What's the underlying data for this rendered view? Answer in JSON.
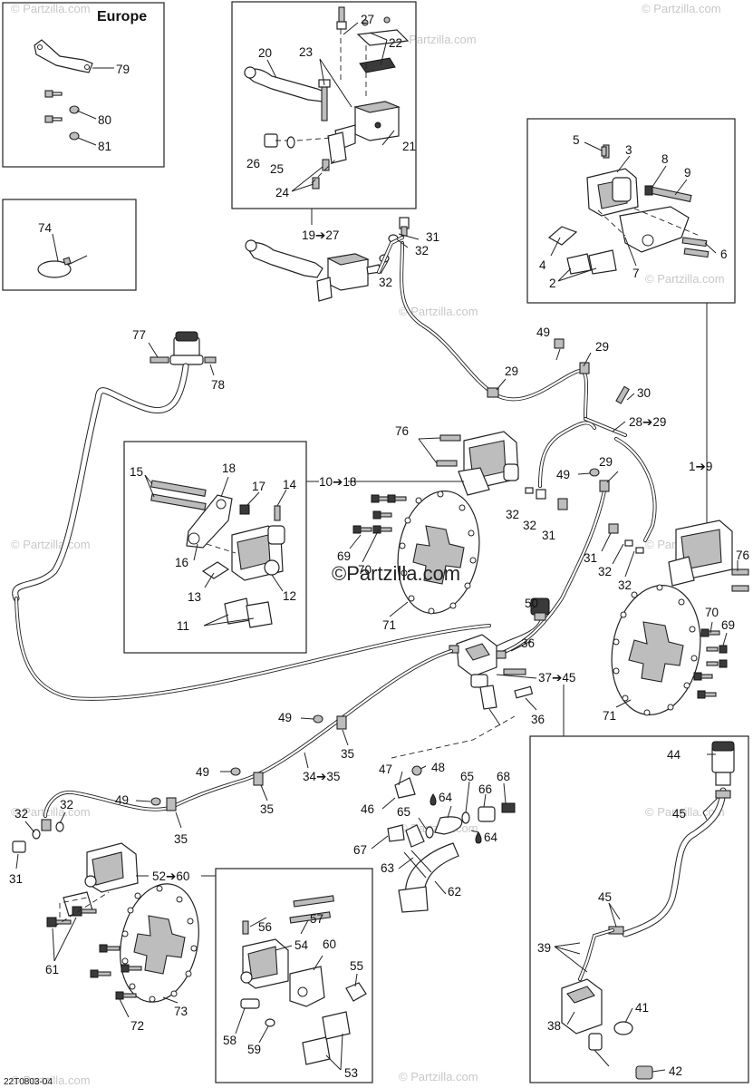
{
  "diagram": {
    "region_label": "Europe",
    "code": "22T0803-04",
    "watermark": "© Partzilla.com",
    "watermark_center": "©Partzilla.com",
    "callouts": {
      "c79": "79",
      "c80": "80",
      "c81": "81",
      "c74": "74",
      "c20": "20",
      "c23": "23",
      "c27": "27",
      "c22": "22",
      "c21": "21",
      "c26": "26",
      "c25": "25",
      "c24": "24",
      "c19_27": "19➔27",
      "c31a": "31",
      "c32a": "32",
      "c32b": "32",
      "c5": "5",
      "c3": "3",
      "c8": "8",
      "c9": "9",
      "c4": "4",
      "c7": "7",
      "c6": "6",
      "c2": "2",
      "c77": "77",
      "c78": "78",
      "c49a": "49",
      "c29a": "29",
      "c29b": "29",
      "c30": "30",
      "c28_29": "28➔29",
      "c1_9": "1➔9",
      "c76a": "76",
      "c10_18": "10➔18",
      "c15": "15",
      "c18": "18",
      "c17": "17",
      "c14": "14",
      "c16": "16",
      "c13": "13",
      "c12": "12",
      "c11": "11",
      "c49b": "49",
      "c29c": "29",
      "c32c": "32",
      "c32d": "32",
      "c31b": "31",
      "c69a": "69",
      "c70a": "70",
      "c71a": "71",
      "c31c": "31",
      "c32e": "32",
      "c32f": "32",
      "c76b": "76",
      "c50": "50",
      "c36a": "36",
      "c37_45": "37➔45",
      "c36b": "36",
      "c70b": "70",
      "c69b": "69",
      "c71b": "71",
      "c49c": "49",
      "c35a": "35",
      "c49d": "49",
      "c34_35": "34➔35",
      "c35b": "35",
      "c49e": "49",
      "c35c": "35",
      "c32g": "32",
      "c32h": "32",
      "c31d": "31",
      "c47": "47",
      "c48": "48",
      "c46": "46",
      "c64a": "64",
      "c65a": "65",
      "c66": "66",
      "c68": "68",
      "c65b": "65",
      "c64b": "64",
      "c67": "67",
      "c63": "63",
      "c62": "62",
      "c44": "44",
      "c45a": "45",
      "c45b": "45",
      "c39": "39",
      "c41": "41",
      "c38": "38",
      "c42": "42",
      "c52_60": "52➔60",
      "c61": "61",
      "c72": "72",
      "c73": "73",
      "c56": "56",
      "c57": "57",
      "c54": "54",
      "c60": "60",
      "c55": "55",
      "c58": "58",
      "c59": "59",
      "c53": "53"
    }
  }
}
